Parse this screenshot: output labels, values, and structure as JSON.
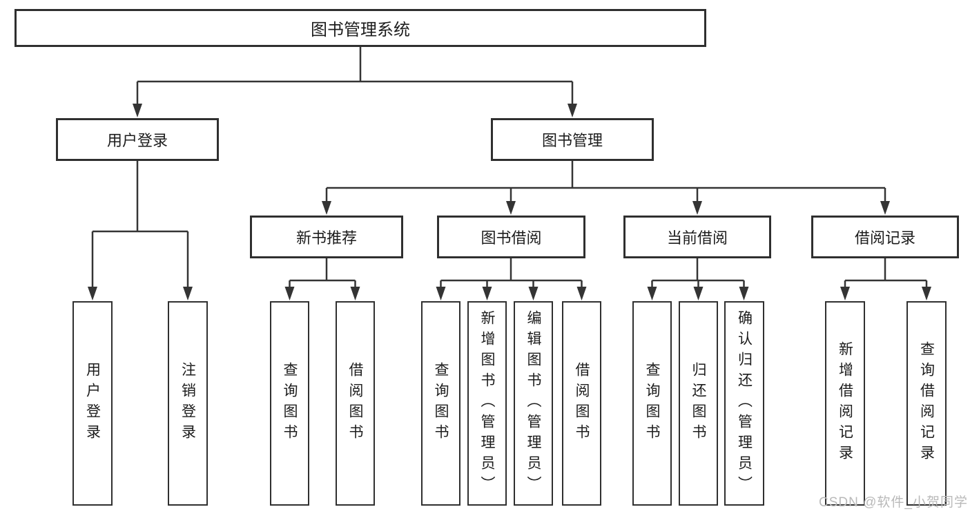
{
  "tree": {
    "root": {
      "label": "图书管理系统"
    },
    "branches": [
      {
        "label": "用户登录",
        "children": [
          {
            "label": "用户登录"
          },
          {
            "label": "注销登录"
          }
        ]
      },
      {
        "label": "图书管理",
        "children": [
          {
            "label": "新书推荐",
            "children": [
              {
                "label": "查询图书"
              },
              {
                "label": "借阅图书"
              }
            ]
          },
          {
            "label": "图书借阅",
            "children": [
              {
                "label": "查询图书"
              },
              {
                "label": "新增图书（管理员）"
              },
              {
                "label": "编辑图书（管理员）"
              },
              {
                "label": "借阅图书"
              }
            ]
          },
          {
            "label": "当前借阅",
            "children": [
              {
                "label": "查询图书"
              },
              {
                "label": "归还图书"
              },
              {
                "label": "确认归还（管理员）"
              }
            ]
          },
          {
            "label": "借阅记录",
            "children": [
              {
                "label": "新增借阅记录"
              },
              {
                "label": "查询借阅记录"
              }
            ]
          }
        ]
      }
    ]
  },
  "watermark": {
    "text": "CSDN @软件_小贺同学"
  },
  "colors": {
    "line": "#343434",
    "box_border": "#2f2f2f",
    "box_background": "#ffffff",
    "text": "#1c1c1c",
    "watermark": "#b9b9b9"
  }
}
